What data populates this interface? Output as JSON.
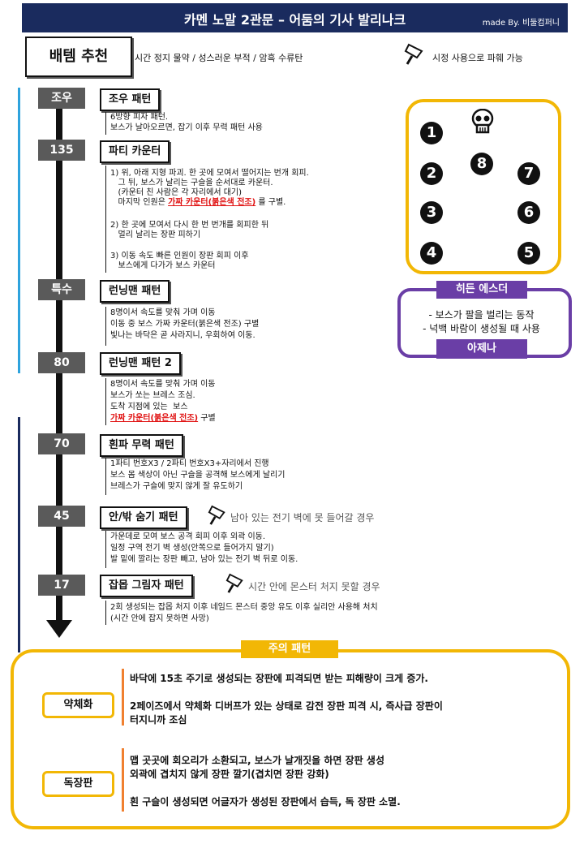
{
  "header": {
    "title": "카멘 노말 2관문 – 어둠의 기사 발리나크",
    "credit": "made By. 비둘컴퍼니"
  },
  "recommend": {
    "label": "배템 추천",
    "items": "시간 정지 물약 / 성스러운 부적 / 암흑 수류탄",
    "hammer_note": "시정 사용으로 파훼 가능"
  },
  "phases": [
    {
      "tag": "조우",
      "pattern": "조우 패턴",
      "lines": [
        "6방향 피자 패턴.",
        "보스가 날아오르면, 잡기 이후 무력 패턴 사용"
      ]
    },
    {
      "tag": "135",
      "pattern": "파티 카운터",
      "lines_a": [
        "1) 위, 아래 지형 파괴. 한 곳에 모여서 떨어지는 번개 회피.",
        "   그 뒤, 보스가 날리는 구슬을 순서대로 카운터.",
        "   (카운터 친 사람은 각 자리에서 대기)",
        "   마지막 인원은 "
      ],
      "red_a": "가짜 카운터(붉은색 전조)",
      "after_a": " 를 구별.",
      "lines_b": [
        "2) 한 곳에 모여서 다시 한 번 번개를 회피한 뒤",
        "   멀리 날리는 장판 피하기"
      ],
      "lines_c": [
        "3) 이동 속도 빠른 인원이 장판 회피 이후",
        "   보스에게 다가가 보스 카운터"
      ]
    },
    {
      "tag": "특수",
      "pattern": "런닝맨 패턴",
      "lines": [
        "8명이서 속도를 맞춰 가며 이동",
        "이동 중 보스 가짜 카운터(붉은색 전조) 구별",
        "빛나는 바닥은 곧 사라지니, 우회하여 이동."
      ]
    },
    {
      "tag": "80",
      "pattern": "런닝맨 패턴 2",
      "lines": [
        "8명이서 속도를 맞춰 가며 이동",
        "보스가 쏘는 브레스 조심.",
        "도착 지점에 있는  보스"
      ],
      "red": "가짜 카운터(붉은색 전조)",
      "after": " 구별"
    },
    {
      "tag": "70",
      "pattern": "흰파 무력 패턴",
      "lines": [
        "1파티 번호X3 / 2파티 번호X3+자리에서 진행",
        "보스 몸 색상이 아닌 구슬을 공격해 보스에게 날리기",
        "브레스가 구슬에 맞지 않게 잘 유도하기"
      ]
    },
    {
      "tag": "45",
      "pattern": "안/밖 숨기 패턴",
      "extra": "남아 있는 전기 벽에 못 들어갈 경우",
      "lines": [
        "가운데로 모여 보스 공격 회피 이후 외곽 이동.",
        "일정 구역 전기 벽 생성(안쪽으로 들어가지 말기)",
        "발 밑에 깔리는 장판 빼고, 남아 있는 전기 벽 뒤로 이동."
      ]
    },
    {
      "tag": "17",
      "pattern": "잡몹 그림자 패턴",
      "extra": "시간 안에 몬스터 처지 못할 경우",
      "lines": [
        "2회 생성되는 잡몹 처지 이후 네임드 몬스터 중앙 유도 이후 실리안 사용해 처치",
        "(시간 안에 잡지 못하면 사망)"
      ]
    }
  ],
  "position_map": {
    "numbers": [
      "1",
      "2",
      "3",
      "4",
      "5",
      "6",
      "7",
      "8"
    ]
  },
  "hidden_esther": {
    "title": "히든 에스더",
    "line1": "- 보스가 팔을 벌리는 동작",
    "line2": "- 넉백 바람이 생성될 때 사용",
    "name": "아제나"
  },
  "caution": {
    "title": "주의 패턴",
    "weak": {
      "label": "약체화",
      "text": "바닥에 15초 주기로 생성되는 장판에 피격되면 받는 피해량이 크게 증가.\n\n2페이즈에서 약체화 디버프가 있는 상태로 감전 장판 피격 시, 즉사급 장판이\n터지니까 조심"
    },
    "poison": {
      "label": "독장판",
      "text": "맵 곳곳에 회오리가 소환되고, 보스가 날개짓을 하면 장판 생성\n외곽에 겹치지 않게 장판 깔기(겹치면 장판 강화)\n\n흰 구슬이 생성되면 어글자가 생성된 장판에서 습득, 독 장판 소멸."
    }
  },
  "colors": {
    "header": "#1a2b5e",
    "accent_yellow": "#f2b705",
    "esther_purple": "#6a3ea6",
    "phase_light": "#2ea3dd",
    "danger_red": "#e01010",
    "orange_bar": "#f08030"
  },
  "icons": [
    "hammer-icon",
    "skull-icon",
    "arrow-down-icon"
  ]
}
